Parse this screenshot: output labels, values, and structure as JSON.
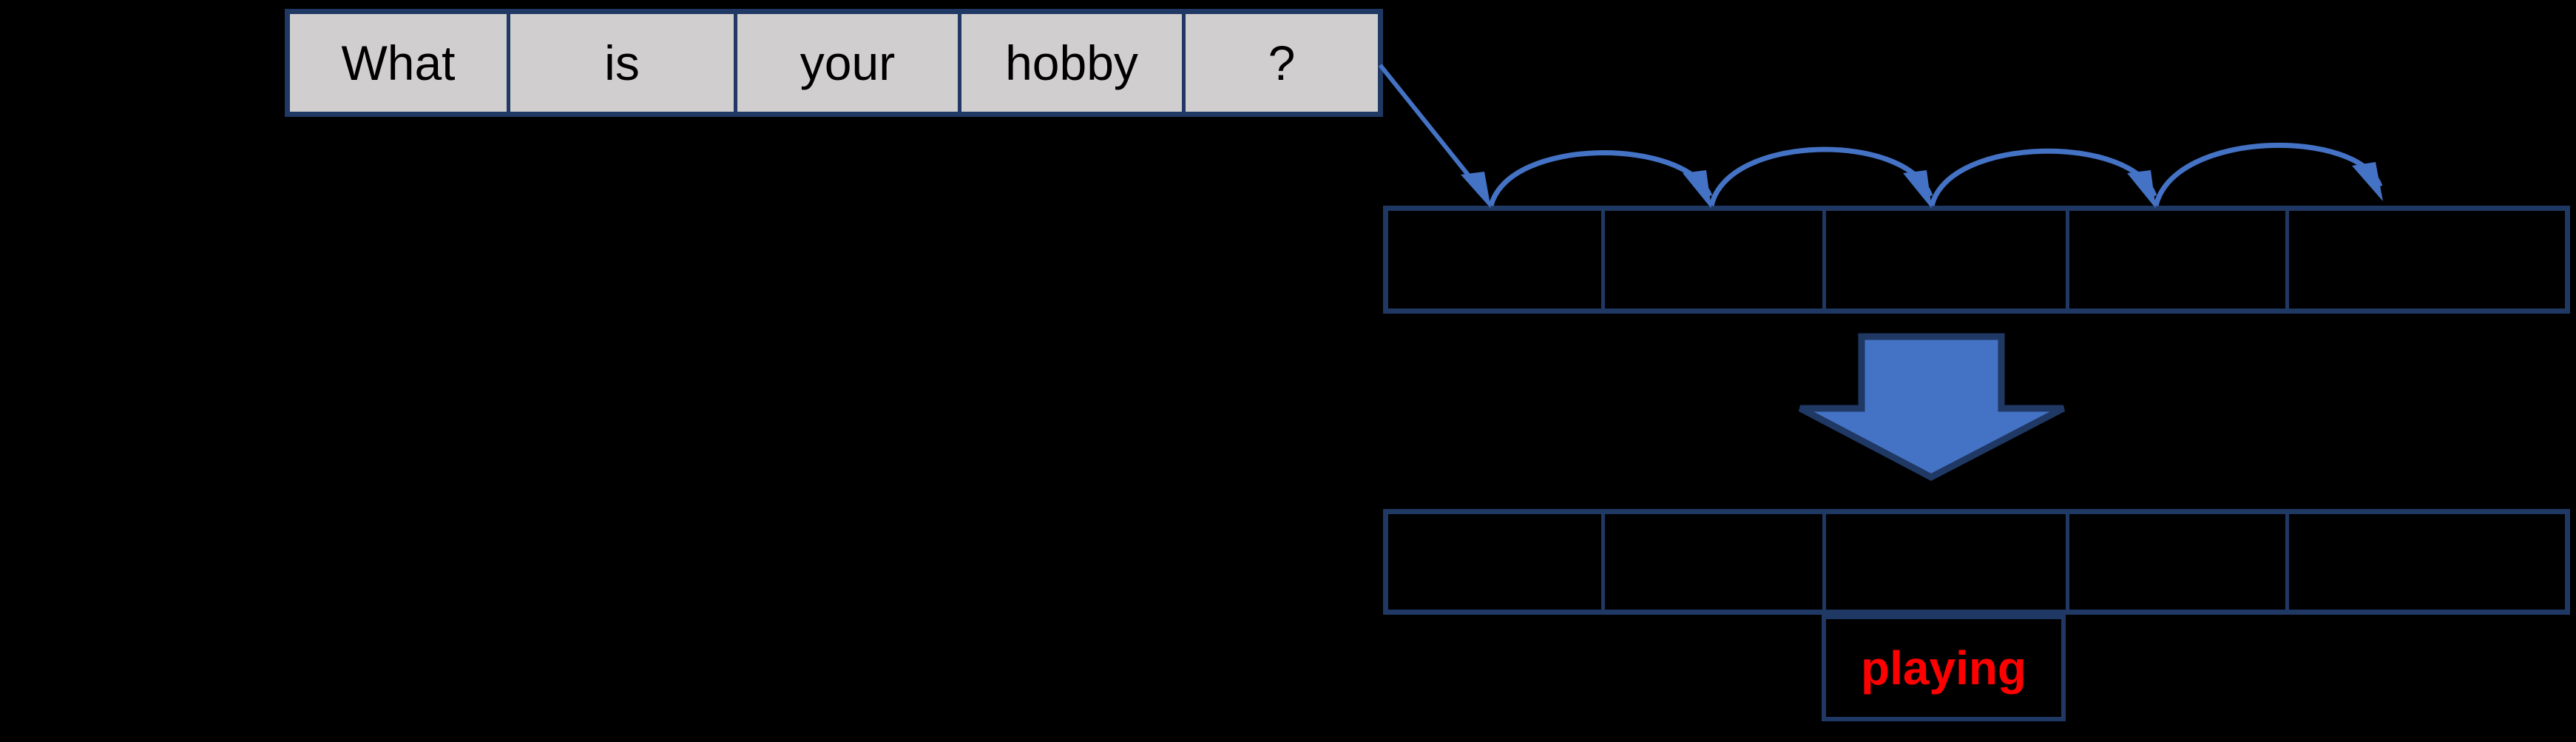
{
  "diagram": {
    "title": "Autoregressive sequence decoding diagram",
    "background_color": "#000000",
    "accent_blue": "#4472C4",
    "border_navy": "#1F3864",
    "cell_gray": "#D0CECE",
    "token_red": "#FF0000"
  },
  "source_table": {
    "name": "input-sentence-table",
    "cells": [
      {
        "label": "What"
      },
      {
        "label": "is"
      },
      {
        "label": "your"
      },
      {
        "label": "hobby"
      },
      {
        "label": "?"
      }
    ]
  },
  "middle_table": {
    "name": "encoder-slots-table",
    "cells": [
      {
        "label": ""
      },
      {
        "label": ""
      },
      {
        "label": ""
      },
      {
        "label": ""
      },
      {
        "label": ""
      }
    ]
  },
  "bottom_table": {
    "name": "decoder-slots-table",
    "cells": [
      {
        "label": ""
      },
      {
        "label": ""
      },
      {
        "label": ""
      },
      {
        "label": ""
      },
      {
        "label": ""
      }
    ]
  },
  "output_cell": {
    "name": "predicted-token-cell",
    "token": "playing"
  },
  "arrows": {
    "feed_arrow": {
      "name": "source-to-encoder-arrow",
      "kind": "straight-arrow",
      "color": "#4472C4"
    },
    "hop_arrows": {
      "name": "encoder-hop-arrows",
      "kind": "curved-arrow",
      "count": 4,
      "color": "#4472C4"
    },
    "transform_arrow": {
      "name": "encoder-to-decoder-arrow",
      "kind": "block-down-arrow",
      "fill": "#4472C4",
      "outline": "#1F3864"
    }
  }
}
